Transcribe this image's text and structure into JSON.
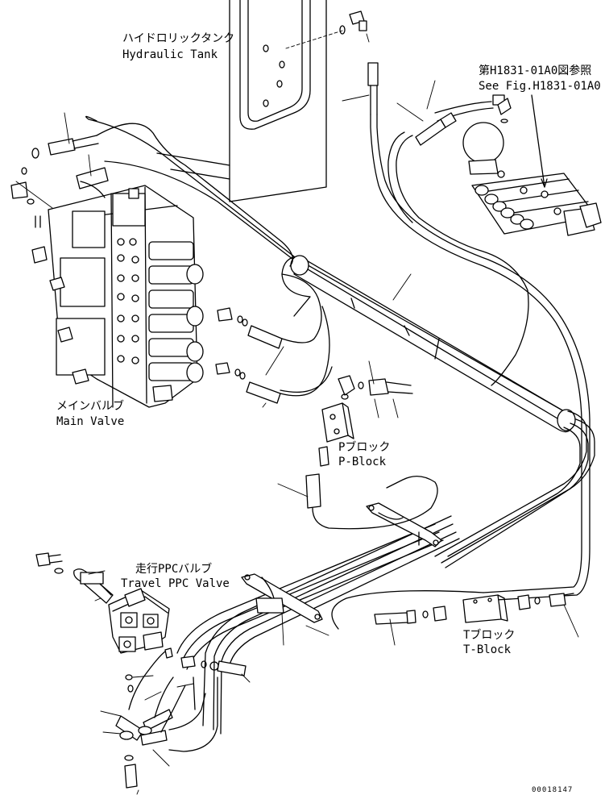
{
  "labels": {
    "hydraulic_tank_jp": "ハイドロリックタンク",
    "hydraulic_tank_en": "Hydraulic Tank",
    "see_fig_jp": "第H1831-01A0図参照",
    "see_fig_en": "See Fig.H1831-01A0",
    "main_valve_jp": "メインバルブ",
    "main_valve_en": "Main Valve",
    "p_block_jp": "Pブロック",
    "p_block_en": "P-Block",
    "travel_ppc_jp": "走行PPCバルブ",
    "travel_ppc_en": "Travel PPC Valve",
    "t_block_jp": "Tブロック",
    "t_block_en": "T-Block",
    "drawing_number": "00018147"
  },
  "colors": {
    "line": "#000000",
    "background": "#ffffff"
  }
}
